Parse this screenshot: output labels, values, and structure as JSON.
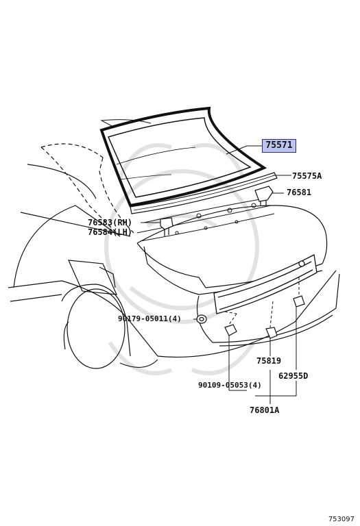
{
  "parts": {
    "window_glass": "75571",
    "molding": "75575A",
    "clip_upper": "76581",
    "clip_rh": "76583(RH)",
    "clip_lh": "76584(LH)",
    "screw": "90179-05011(4)",
    "clip_lower": "75819",
    "grommet": "62955D",
    "nut": "90109-05053(4)",
    "garnish": "76801A"
  },
  "figure_number": "753097",
  "colors": {
    "highlight_fill": "#bcc4ee",
    "highlight_border": "#2a2f7a",
    "line": "#111111",
    "watermark": "#d8d8d8"
  }
}
